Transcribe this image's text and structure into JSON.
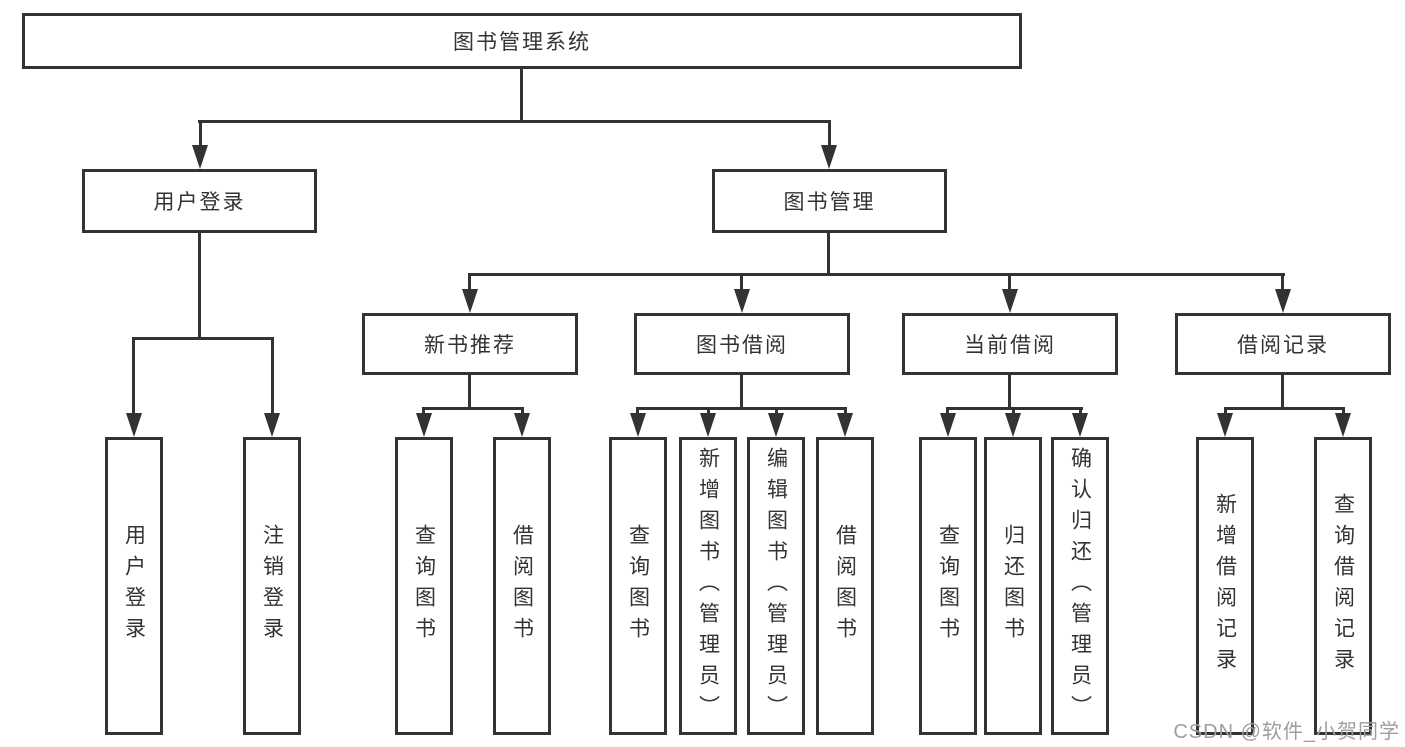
{
  "colors": {
    "line": "#333333",
    "box_border": "#333333",
    "text": "#333333",
    "watermark_text": "#9e9e9e",
    "background": "#ffffff"
  },
  "tree": {
    "root": {
      "label": "图书管理系统"
    },
    "user_login": {
      "label": "用户登录",
      "children": [
        "用户登录",
        "注销登录"
      ]
    },
    "book_mgmt": {
      "label": "图书管理",
      "sections": [
        {
          "label": "新书推荐",
          "children": [
            "查询图书",
            "借阅图书"
          ]
        },
        {
          "label": "图书借阅",
          "children": [
            "查询图书",
            "新增图书（管理员）",
            "编辑图书（管理员）",
            "借阅图书"
          ]
        },
        {
          "label": "当前借阅",
          "children": [
            "查询图书",
            "归还图书",
            "确认归还（管理员）"
          ]
        },
        {
          "label": "借阅记录",
          "children": [
            "新增借阅记录",
            "查询借阅记录"
          ]
        }
      ]
    }
  },
  "watermark": "CSDN @软件_小贺同学"
}
